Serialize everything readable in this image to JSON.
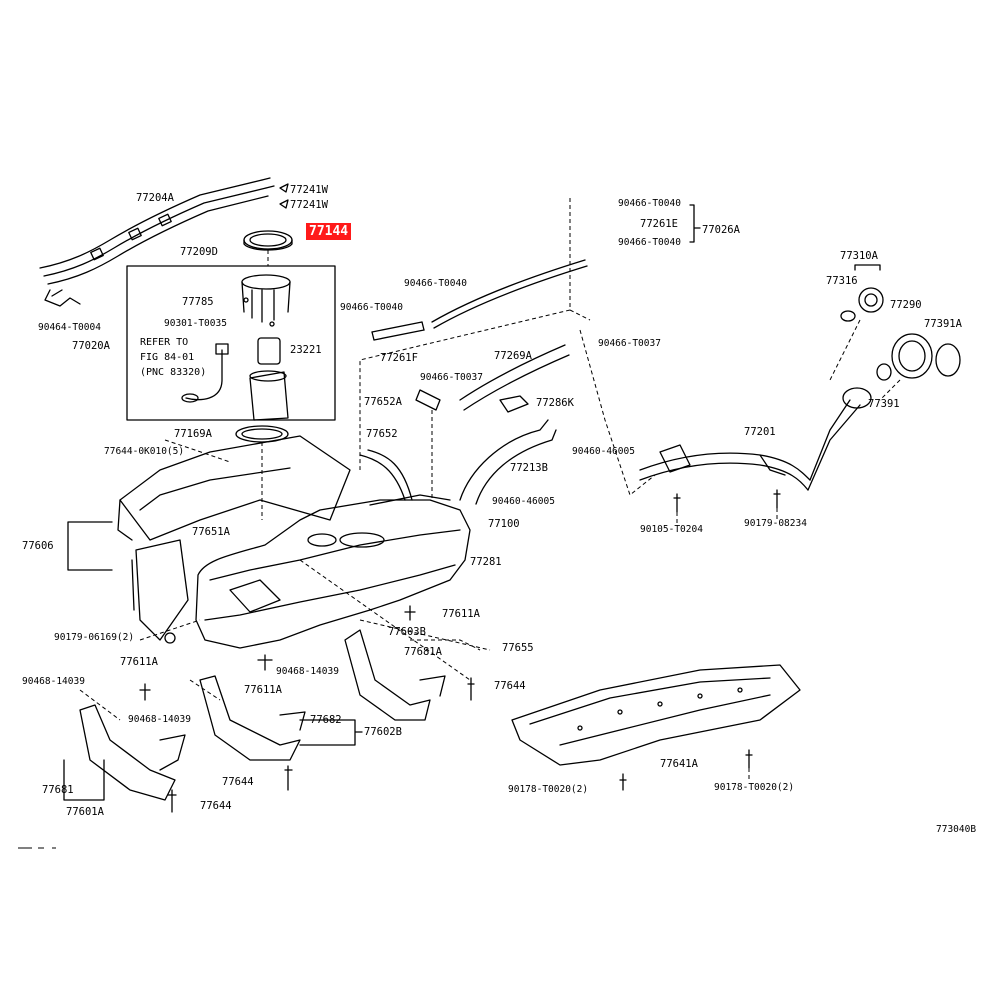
{
  "diagram": {
    "figure_code": "773040B",
    "highlighted_part": "77144",
    "reference_note": {
      "line1": "REFER TO",
      "line2": "FIG 84-01",
      "line3": "(PNC 83320)"
    },
    "labels": {
      "p77204A": "77204A",
      "p77241W_1": "77241W",
      "p77241W_2": "77241W",
      "p77209D": "77209D",
      "p90464": "90464-T0004",
      "p77020A": "77020A",
      "p77785": "77785",
      "p90301": "90301-T0035",
      "p23221": "23221",
      "p77169A": "77169A",
      "p77644_0K010": "77644-0K010(5)",
      "p77606": "77606",
      "p77651A": "77651A",
      "p90179_06169": "90179-06169(2)",
      "p77611A_1": "77611A",
      "p90468_1": "90468-14039",
      "p77611A_2": "77611A",
      "p90468_2": "90468-14039",
      "p90468_3": "90468-14039",
      "p77681_1": "77681",
      "p77601A": "77601A",
      "p77644_1": "77644",
      "p77644_2": "77644",
      "p77682": "77682",
      "p77602B": "77602B",
      "p77603B": "77603B",
      "p77681A": "77681A",
      "p77644_3": "77644",
      "p77611A_3": "77611A",
      "p77655": "77655",
      "p77281": "77281",
      "p77100": "77100",
      "p77652": "77652",
      "p77652A": "77652A",
      "p77261F": "77261F",
      "p90466_T0040_a": "90466-T0040",
      "p90466_T0040_b": "90466-T0040",
      "p90466_T0040_c": "90466-T0040",
      "p90466_T0040_d": "90466-T0040",
      "p77261E": "77261E",
      "p77026A": "77026A",
      "p90466_T0037_a": "90466-T0037",
      "p90466_T0037_b": "90466-T0037",
      "p77269A": "77269A",
      "p77286K": "77286K",
      "p90460_a": "90460-46005",
      "p90460_b": "90460-46005",
      "p77213B": "77213B",
      "p77201": "77201",
      "p90105": "90105-T0204",
      "p90179_08234": "90179-08234",
      "p77310A": "77310A",
      "p77316": "77316",
      "p77290": "77290",
      "p77391A": "77391A",
      "p77391": "77391",
      "p77641A": "77641A",
      "p90178_a": "90178-T0020(2)",
      "p90178_b": "90178-T0020(2)"
    }
  }
}
